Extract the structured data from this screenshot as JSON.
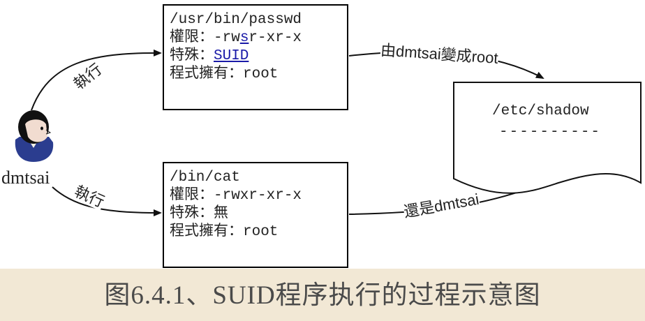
{
  "diagram": {
    "user": {
      "name": "dmtsai"
    },
    "passwd_box": {
      "path": "/usr/bin/passwd",
      "perm_label": "權限：",
      "perm_prefix": "-rw",
      "perm_special": "s",
      "perm_suffix": "r-xr-x",
      "special_label": "特殊：",
      "special_value": "SUID",
      "owner_label": "程式擁有：",
      "owner_value": "root"
    },
    "cat_box": {
      "path": "/bin/cat",
      "perm_label": "權限：",
      "perm_value": "-rwxr-xr-x",
      "special_label": "特殊：",
      "special_value": "無",
      "owner_label": "程式擁有：",
      "owner_value": "root"
    },
    "shadow_file": {
      "path": "/etc/shadow",
      "dashes": "----------"
    },
    "edges": {
      "exec_passwd": "執行",
      "exec_cat": "執行",
      "passwd_to_shadow": "由dmtsai變成root",
      "cat_to_shadow": "還是dmtsai"
    }
  },
  "caption": "图6.4.1、SUID程序执行的过程示意图"
}
